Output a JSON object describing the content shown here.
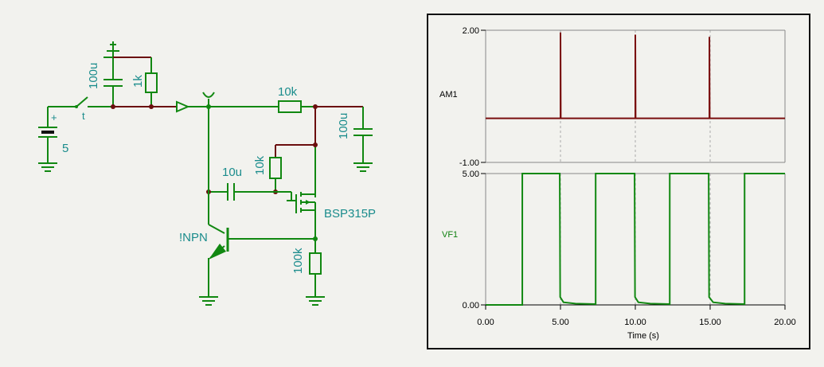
{
  "schematic": {
    "battery_value": "5",
    "battery_plus": "+",
    "switch_label": "t",
    "cap_input": "100u",
    "res_input": "1k",
    "res_top": "10k",
    "cap_right": "100u",
    "res_gate": "10k",
    "cap_couple": "10u",
    "mosfet": "BSP315P",
    "transistor": "!NPN",
    "res_emitter": "100k"
  },
  "scope": {
    "xlabel": "Time (s)",
    "x_ticks": [
      "0.00",
      "5.00",
      "10.00",
      "15.00",
      "20.00"
    ],
    "xlim": [
      0,
      20
    ],
    "am1": {
      "name": "AM1",
      "tick_top": "2.00",
      "tick_bottom": "-1.00",
      "ylim": [
        -1,
        2
      ],
      "baseline": 0,
      "spikes": [
        {
          "t": 5.0,
          "peak": 1.95
        },
        {
          "t": 10.0,
          "peak": 1.9
        },
        {
          "t": 14.95,
          "peak": 1.85
        }
      ],
      "color": "#7a0e0e"
    },
    "vf1": {
      "name": "VF1",
      "tick_top": "5.00",
      "tick_bottom": "0.00",
      "ylim": [
        0,
        5
      ],
      "color": "#118811",
      "points": [
        [
          0,
          0
        ],
        [
          2.45,
          0
        ],
        [
          2.45,
          5
        ],
        [
          4.95,
          5
        ],
        [
          4.98,
          0.3
        ],
        [
          5.2,
          0.1
        ],
        [
          6.0,
          0.05
        ],
        [
          7.35,
          0.03
        ],
        [
          7.35,
          5
        ],
        [
          9.95,
          5
        ],
        [
          9.98,
          0.3
        ],
        [
          10.2,
          0.1
        ],
        [
          11.0,
          0.05
        ],
        [
          12.3,
          0.03
        ],
        [
          12.3,
          5
        ],
        [
          14.9,
          5
        ],
        [
          14.93,
          0.3
        ],
        [
          15.2,
          0.1
        ],
        [
          16.0,
          0.05
        ],
        [
          17.3,
          0.03
        ],
        [
          17.3,
          5
        ],
        [
          20,
          5
        ]
      ]
    },
    "gridlines_at": [
      5,
      10,
      15
    ]
  }
}
